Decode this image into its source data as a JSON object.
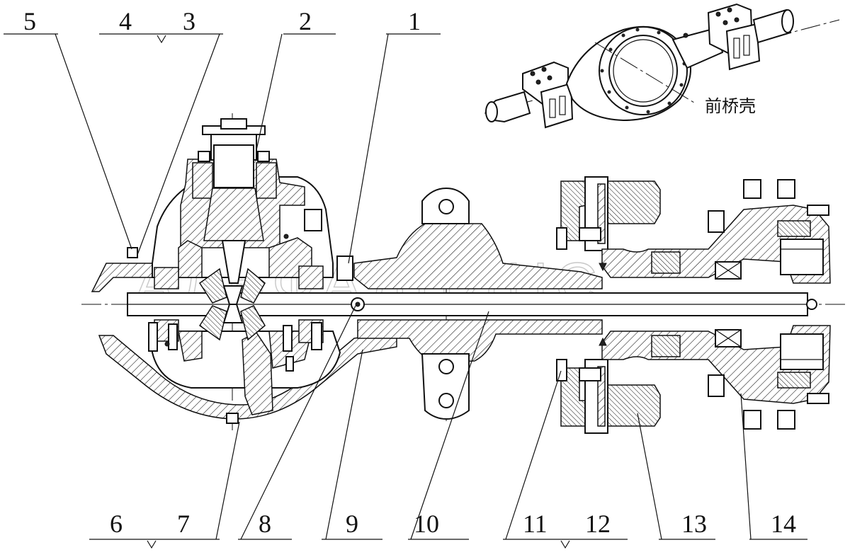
{
  "diagram": {
    "top_labels": [
      "5",
      "4",
      "3",
      "2",
      "1"
    ],
    "bottom_labels": [
      "6",
      "7",
      "8",
      "9",
      "10",
      "11",
      "12",
      "13",
      "14"
    ],
    "inset_caption": "前桥壳",
    "watermark": "АЛЬФАЛЬЯНС"
  }
}
